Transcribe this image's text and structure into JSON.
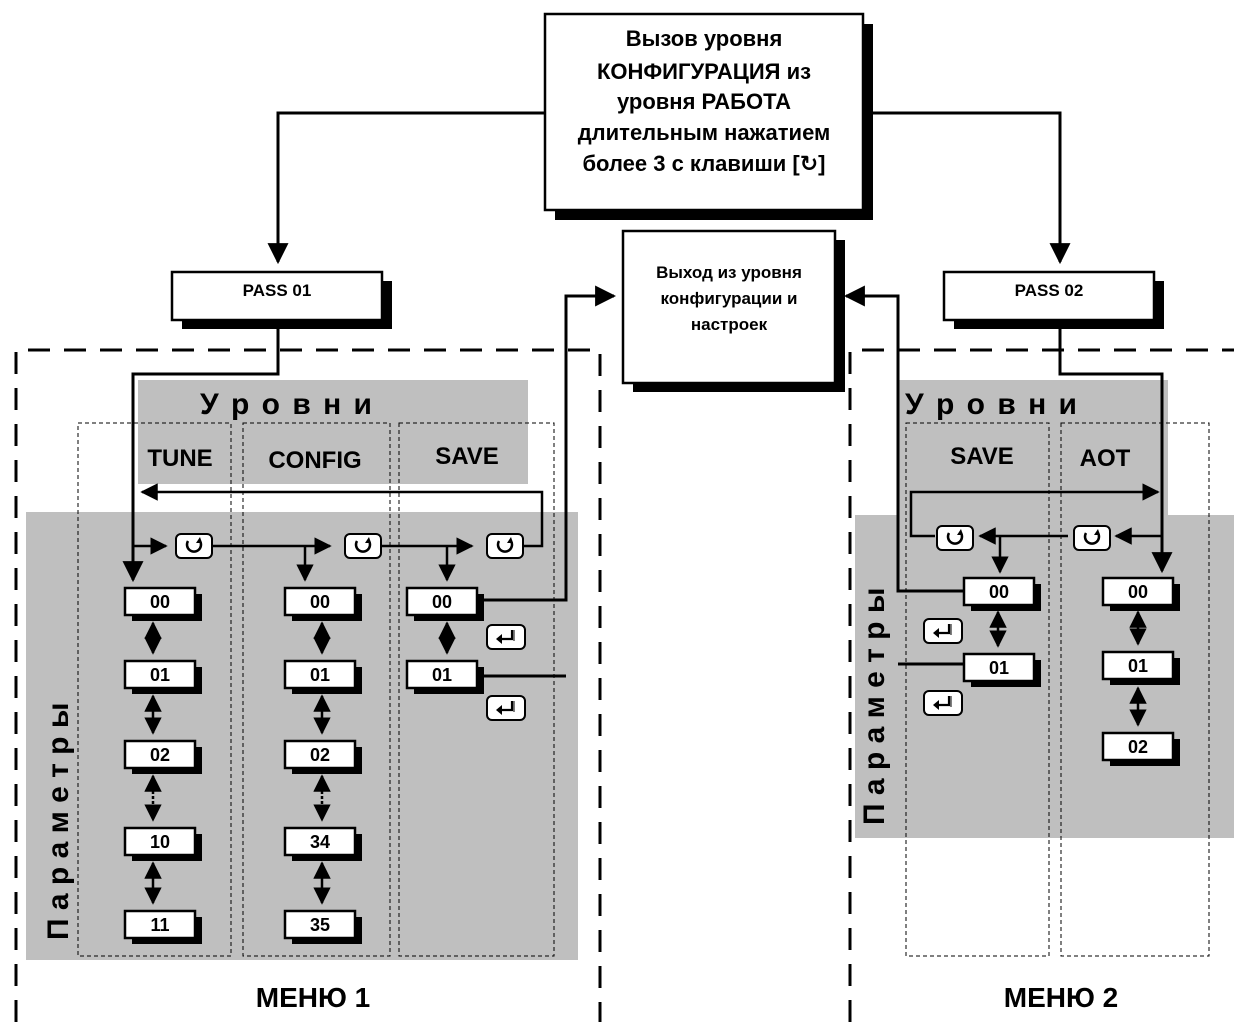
{
  "title_box": {
    "lines": [
      "Вызов уровня",
      "КОНФИГУРАЦИЯ из",
      "уровня РАБОТА",
      "длительным нажатием",
      "более 3 с  клавиши [↻]"
    ]
  },
  "exit_box": {
    "lines": [
      "Выход из уровня",
      "конфигурации и",
      "настроек"
    ]
  },
  "pass1": "PASS 01",
  "pass2": "PASS 02",
  "menu1": {
    "label": "МЕНЮ 1",
    "levels_title": "У р о в н и",
    "params_title": "П а р а м е т р ы",
    "columns": [
      {
        "name": "TUNE",
        "params": [
          "00",
          "01",
          "02",
          "10",
          "11"
        ]
      },
      {
        "name": "CONFIG",
        "params": [
          "00",
          "01",
          "02",
          "34",
          "35"
        ]
      },
      {
        "name": "SAVE",
        "params": [
          "00",
          "01"
        ]
      }
    ]
  },
  "menu2": {
    "label": "МЕНЮ 2",
    "levels_title": "У р о в н и",
    "params_title": "П а р а м е т р ы",
    "columns": [
      {
        "name": "SAVE",
        "params": [
          "00",
          "01"
        ]
      },
      {
        "name": "AOT",
        "params": [
          "00",
          "01",
          "02"
        ]
      }
    ]
  },
  "icons": {
    "cycle_key": "cycle-arrow-icon",
    "enter_key": "enter-return-icon"
  },
  "colors": {
    "panel_gray": "#bfbfbf",
    "line": "#000000",
    "box_fill": "#ffffff"
  }
}
